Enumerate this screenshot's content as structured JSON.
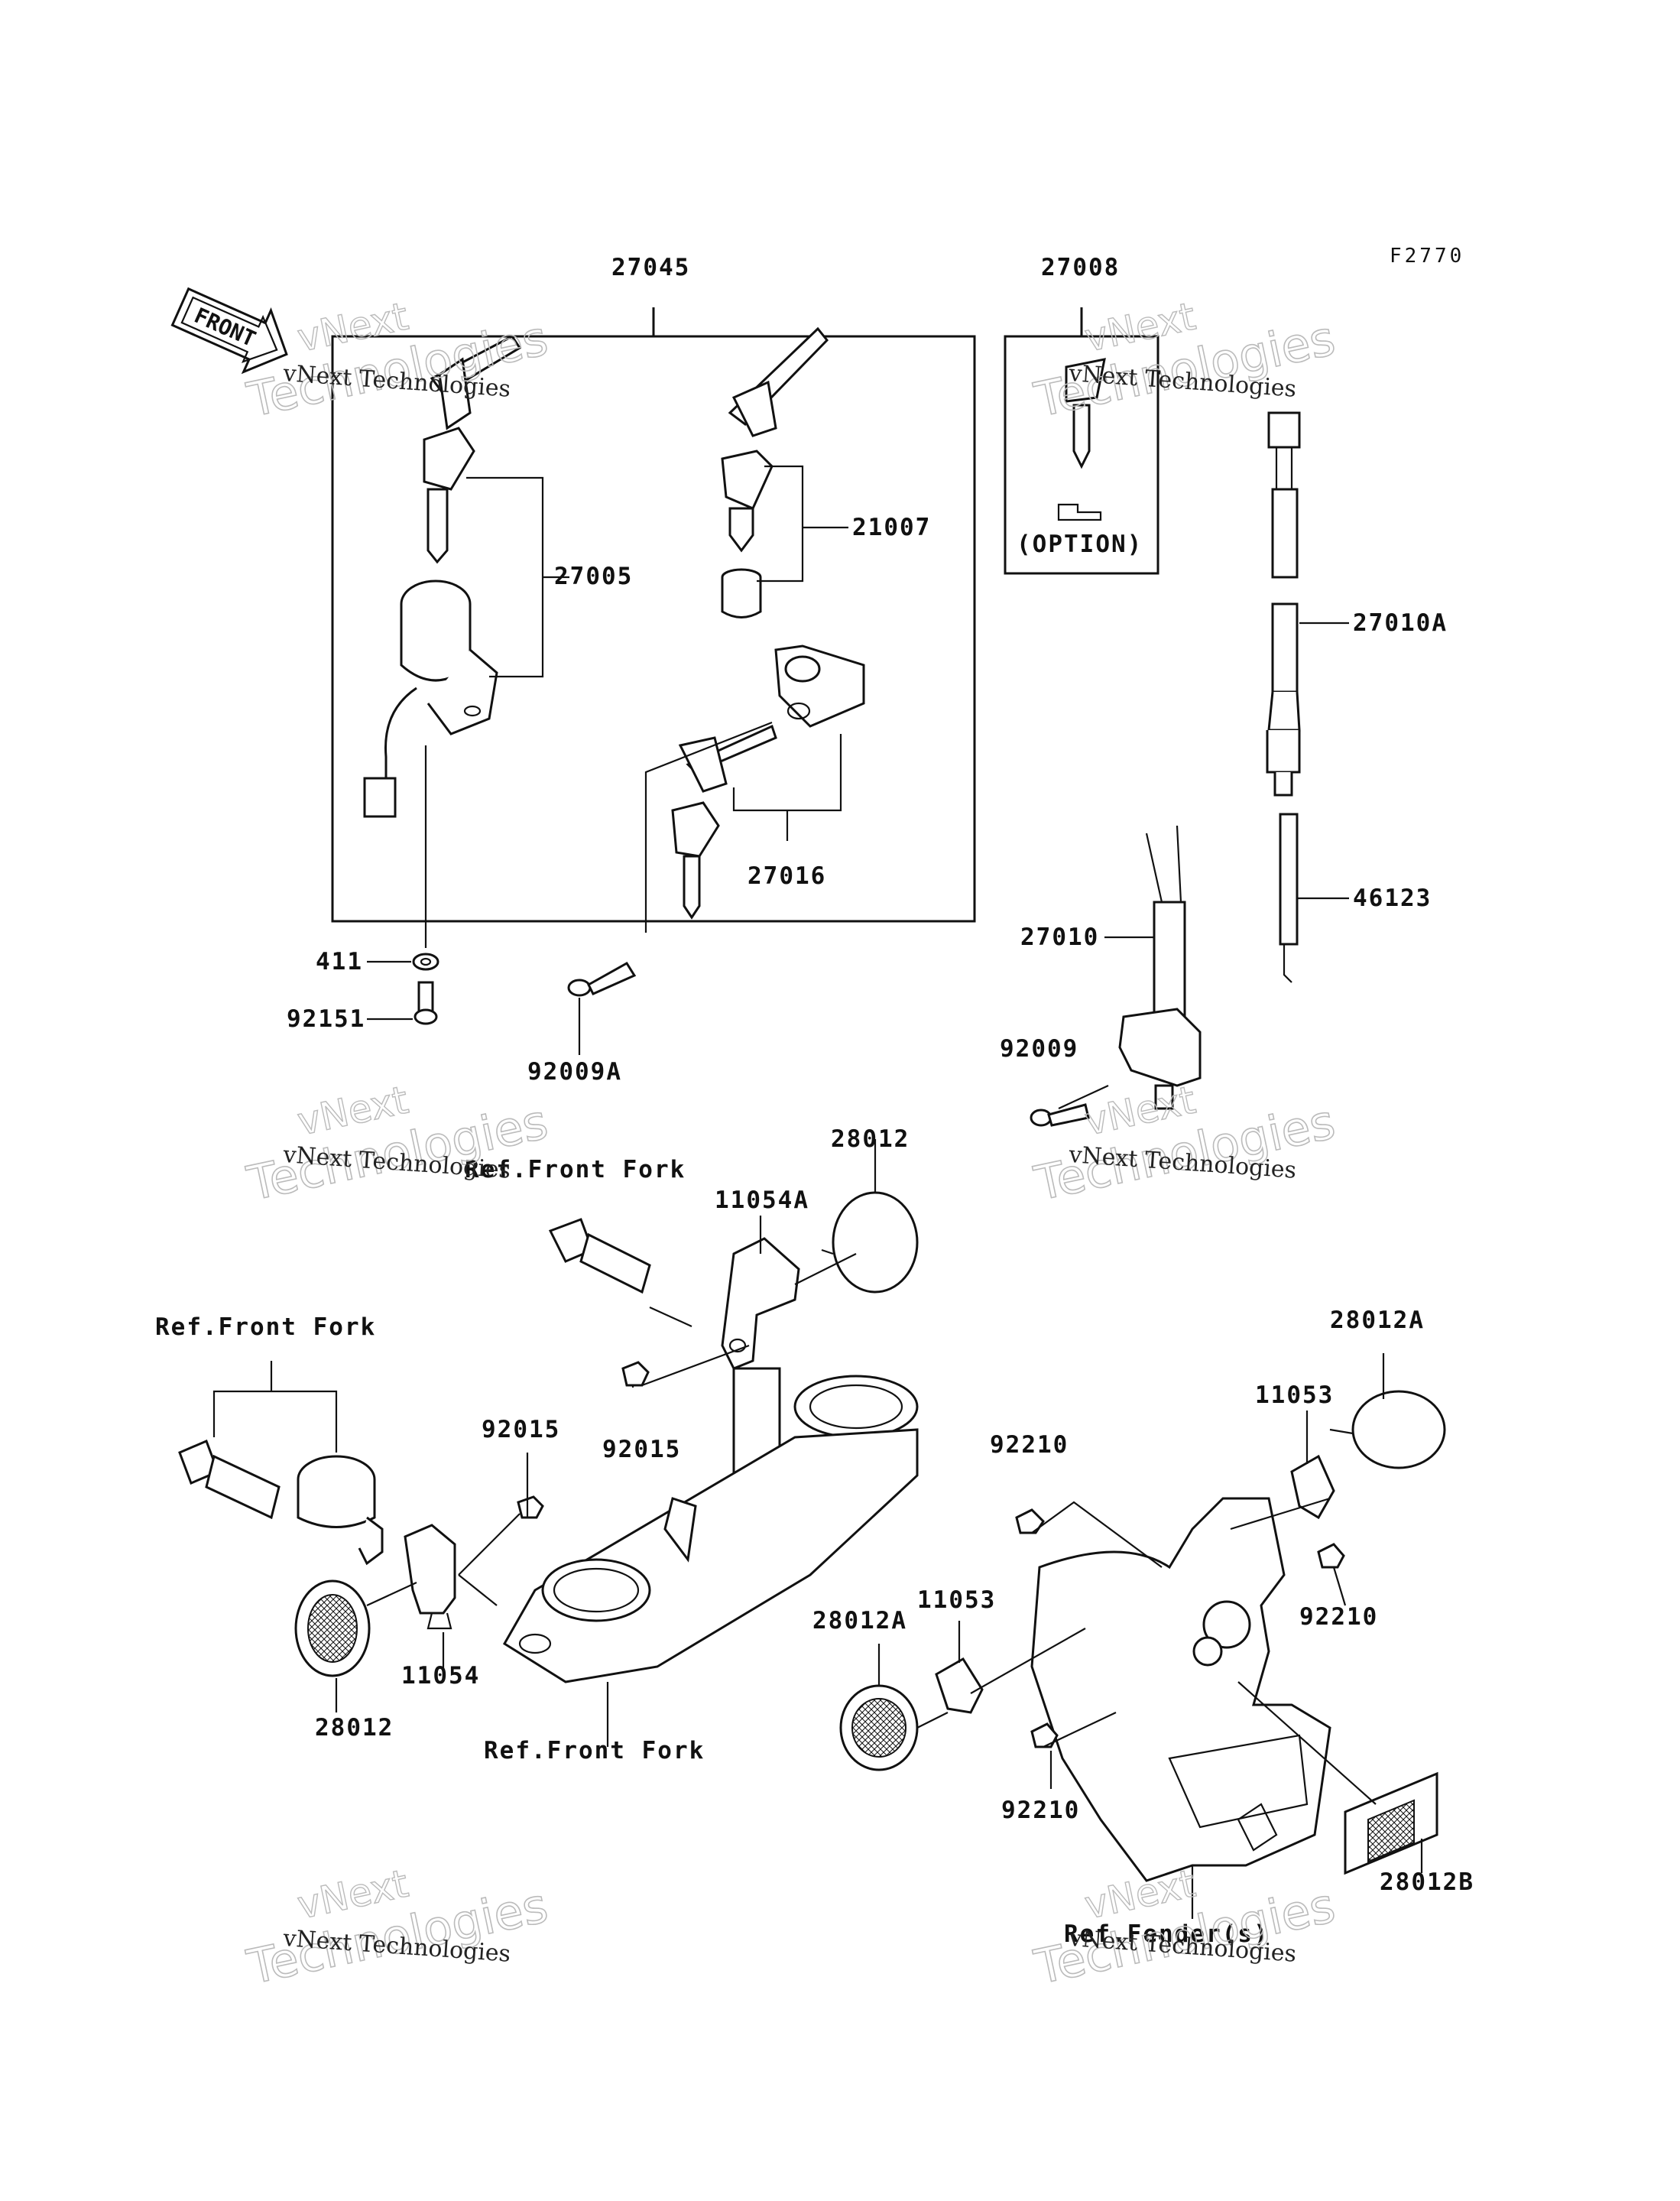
{
  "diagram": {
    "figure_code": "F2770",
    "front_arrow": "FRONT",
    "option_text": "(OPTION)",
    "watermark_line1": "vNext Technologies",
    "watermark_line2": "vNext",
    "watermark_line3": "Technologies",
    "part_labels": {
      "p27045": "27045",
      "p27008": "27008",
      "p21007": "21007",
      "p27005": "27005",
      "p27010A": "27010A",
      "p27016": "27016",
      "p46123": "46123",
      "p27010": "27010",
      "p411": "411",
      "p92151": "92151",
      "p92009A": "92009A",
      "p92009": "92009",
      "p28012_top": "28012",
      "p11054A": "11054A",
      "ref_fork_top": "Ref.Front Fork",
      "ref_fork_left": "Ref.Front Fork",
      "ref_fork_bottom": "Ref.Front Fork",
      "p28012A_right": "28012A",
      "p11053_right": "11053",
      "p92015_left": "92015",
      "p92015_mid": "92015",
      "p92210_top": "92210",
      "p92210_right": "92210",
      "p11053_mid": "11053",
      "p28012A_mid": "28012A",
      "p11054": "11054",
      "p28012_left": "28012",
      "p92210_bottom": "92210",
      "p28012B": "28012B",
      "ref_fender": "Ref.Fender(s)"
    }
  }
}
